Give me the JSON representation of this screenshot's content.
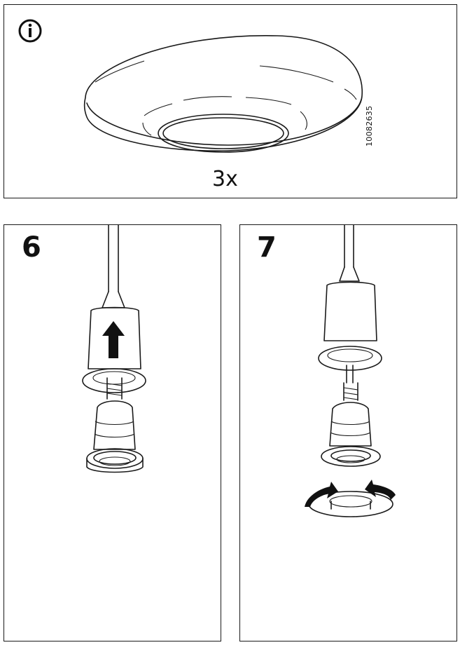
{
  "info": {
    "icon": "info-icon",
    "quantity": "3x",
    "article_number": "10082635"
  },
  "steps": [
    {
      "number": "6",
      "arrow": "arrow-up-icon"
    },
    {
      "number": "7",
      "arrow": "rotate-arrows-icon"
    }
  ]
}
